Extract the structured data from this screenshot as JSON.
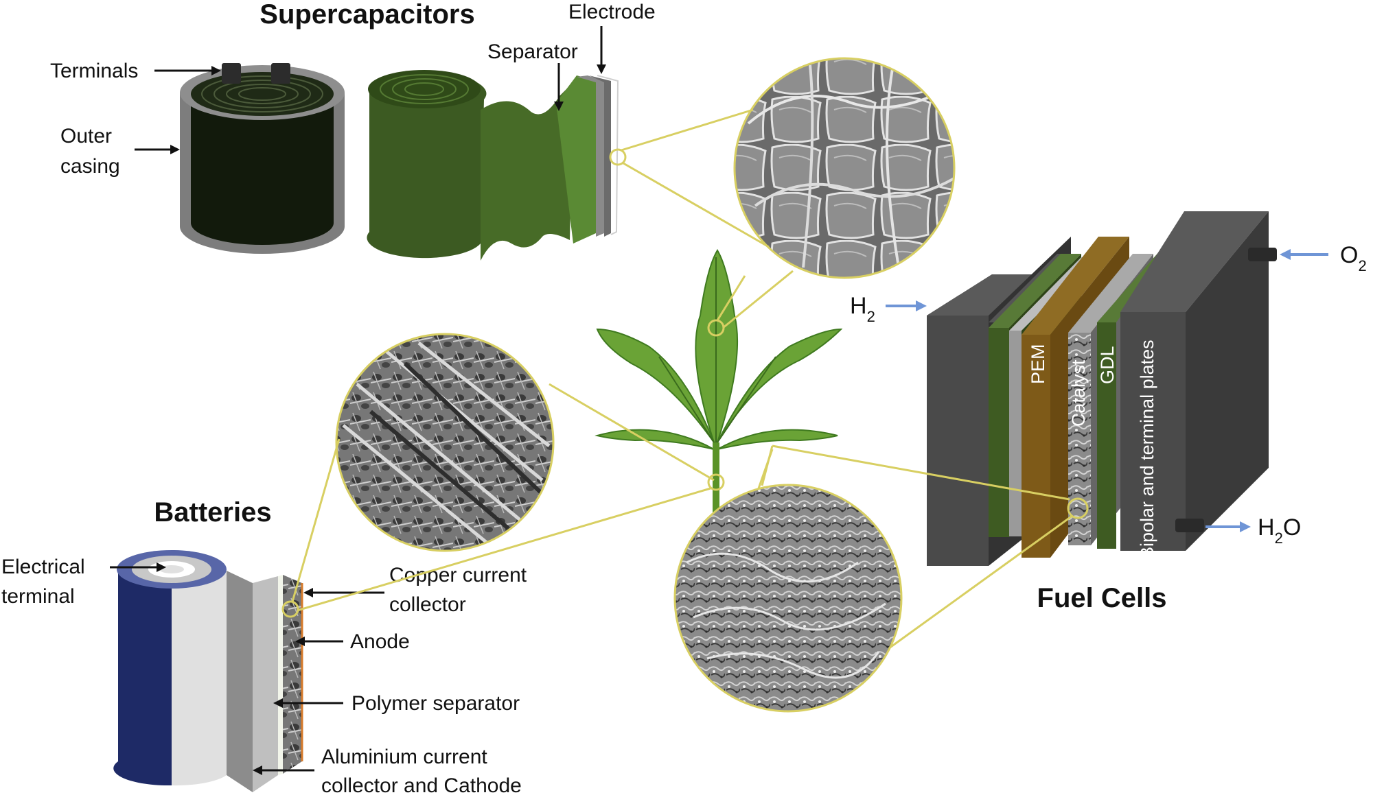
{
  "supercapacitors": {
    "title": "Supercapacitors",
    "labels": {
      "terminals": "Terminals",
      "outer_casing_1": "Outer",
      "outer_casing_2": "casing",
      "separator": "Separator",
      "electrode": "Electrode"
    }
  },
  "batteries": {
    "title": "Batteries",
    "labels": {
      "electrical_terminal_1": "Electrical",
      "electrical_terminal_2": "terminal",
      "copper_1": "Copper current",
      "copper_2": "collector",
      "anode": "Anode",
      "polymer_separator": "Polymer separator",
      "aluminium_1": "Aluminium current",
      "aluminium_2": "collector and Cathode"
    }
  },
  "fuel_cells": {
    "title": "Fuel Cells",
    "labels": {
      "h2_main": "H",
      "h2_sub": "2",
      "o2_main": "O",
      "o2_sub": "2",
      "h2o_h": "H",
      "h2o_sub": "2",
      "h2o_o": "O",
      "pem": "PEM",
      "catalyst": "Catalyst",
      "gdl": "GDL",
      "bipolar": "Bipolar and terminal plates"
    }
  },
  "colors": {
    "dark_green": "#3e5b22",
    "leaf_green": "#5f9a2f",
    "plate_gray": "#4a4a4a",
    "pem_brown": "#7e5a18",
    "battery_blue": "#1e2a66",
    "callout_yellow": "#d8cf62",
    "flow_arrow_blue": "#6f95d6"
  }
}
